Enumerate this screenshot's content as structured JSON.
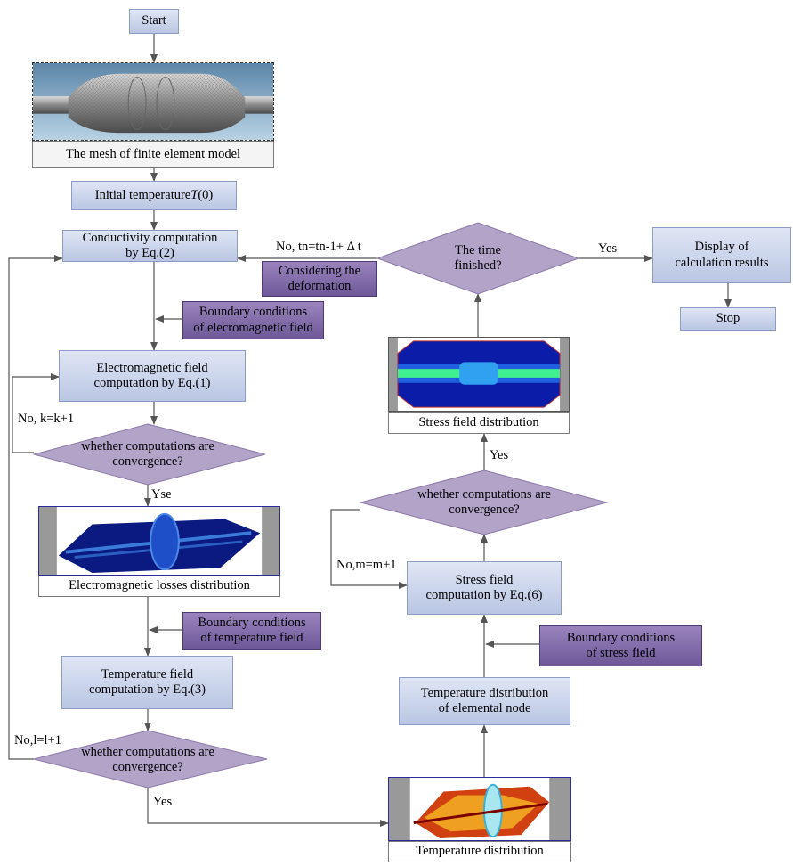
{
  "nodes": {
    "start": "Start",
    "mesh_caption": "The mesh of  finite element model",
    "initial_temp": "Initial temperature",
    "initial_temp_var": "T",
    "initial_temp_arg": "(0)",
    "conductivity": [
      "Conductivity computation",
      "by Eq.(2)"
    ],
    "bc_em": [
      "Boundary conditions",
      "of elecromagnetic field"
    ],
    "em_compute": [
      "Electromagnetic field",
      "computation by  Eq.(1)"
    ],
    "conv_em": [
      "whether computations are",
      "convergence?"
    ],
    "em_losses_caption": "Electromagnetic losses distribution",
    "bc_temp": [
      "Boundary conditions",
      "of temperature field"
    ],
    "temp_compute": [
      "Temperature field",
      "computation by  Eq.(3)"
    ],
    "conv_temp": [
      "whether computations are",
      "convergence?"
    ],
    "temp_dist_caption": "Temperature distribution",
    "temp_node": [
      "Temperature distribution",
      "of elemental node"
    ],
    "bc_stress": [
      "Boundary conditions",
      "of stress field"
    ],
    "stress_compute": [
      "Stress field",
      "computation by  Eq.(6)"
    ],
    "conv_stress": [
      "whether computations are",
      "convergence?"
    ],
    "stress_caption": "Stress field distribution",
    "time_finished": [
      "The time",
      "finished?"
    ],
    "display": [
      "Display of",
      "calculation results"
    ],
    "stop": "Stop",
    "deformation": [
      "Considering the",
      "deformation"
    ]
  },
  "edge_labels": {
    "no_k": "No, k=k+1",
    "yse": "Yse",
    "no_l": "No,l=l+1",
    "yes_temp": "Yes",
    "no_m": "No,m=m+1",
    "yes_stress": "Yes",
    "yes_time": "Yes",
    "no_time": "No, tn=tn-1+ Δ t"
  },
  "colors": {
    "box_blue_top": "#dfe6f4",
    "box_blue_bottom": "#b9c6e3",
    "box_purple": "#7f68a8",
    "diamond": "#b2a3c9",
    "arrow": "#555555"
  }
}
